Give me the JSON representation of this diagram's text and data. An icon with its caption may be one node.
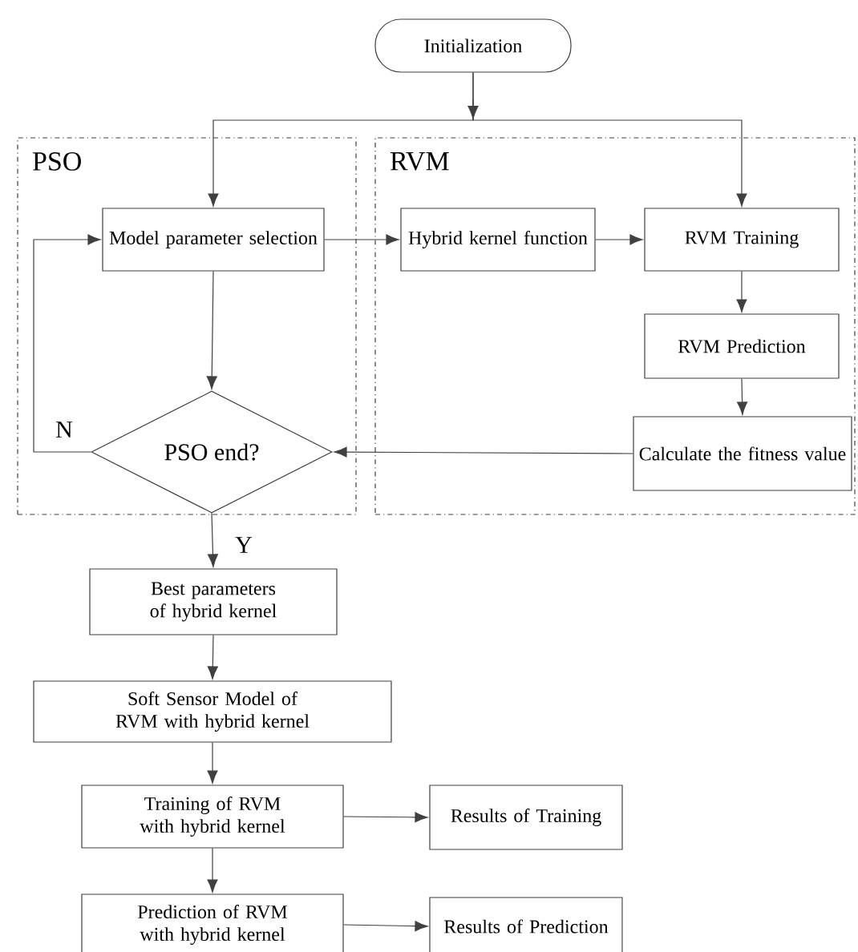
{
  "diagram": {
    "nodes": [
      {
        "text": [
          "Initialization"
        ]
      },
      {
        "text": [
          "PSO"
        ]
      },
      {
        "text": [
          "RVM"
        ]
      },
      {
        "text": [
          "Model parameter selection"
        ],
        "in": 1
      },
      {
        "text": [
          "Hybrid kernel function"
        ],
        "in": 2
      },
      {
        "text": [
          "RVM Training"
        ],
        "in": 2
      },
      {
        "text": [
          "RVM Prediction"
        ],
        "in": 2
      },
      {
        "text": [
          "Calculate the fitness value"
        ],
        "in": 2
      },
      {
        "text": [
          "PSO end?"
        ],
        "in": 1
      },
      {
        "text": [
          "Best parameters of hybrid  kernel"
        ]
      },
      {
        "text": [
          "Soft Sensor Model of RVM with hybrid kernel"
        ]
      },
      {
        "text": [
          "Training of RVM with hybrid kernel"
        ]
      },
      {
        "text": [
          "Results of Training"
        ]
      },
      {
        "text": [
          "Prediction of RVM with hybrid kernel"
        ]
      },
      {
        "text": [
          "Results of Prediction"
        ]
      }
    ],
    "edges": [
      {
        "from": 0,
        "to": 3,
        "arrow": "to"
      },
      {
        "from": 0,
        "to": 5,
        "arrow": "to"
      },
      {
        "from": 3,
        "to": 4,
        "arrow": "to"
      },
      {
        "from": 4,
        "to": 5,
        "arrow": "to"
      },
      {
        "from": 5,
        "to": 6,
        "arrow": "to"
      },
      {
        "from": 6,
        "to": 7,
        "arrow": "to"
      },
      {
        "from": 7,
        "to": 8,
        "arrow": "to"
      },
      {
        "from": 3,
        "to": 8,
        "arrow": "to"
      },
      {
        "from": 8,
        "to": 3,
        "arrow": "to",
        "label": "N"
      },
      {
        "from": 8,
        "to": 9,
        "arrow": "to",
        "label": "Y"
      },
      {
        "from": 9,
        "to": 10,
        "arrow": "to"
      },
      {
        "from": 10,
        "to": 11,
        "arrow": "to"
      },
      {
        "from": 11,
        "to": 12,
        "arrow": "to"
      },
      {
        "from": 11,
        "to": 13,
        "arrow": "to"
      },
      {
        "from": 13,
        "to": 14,
        "arrow": "to"
      }
    ]
  }
}
